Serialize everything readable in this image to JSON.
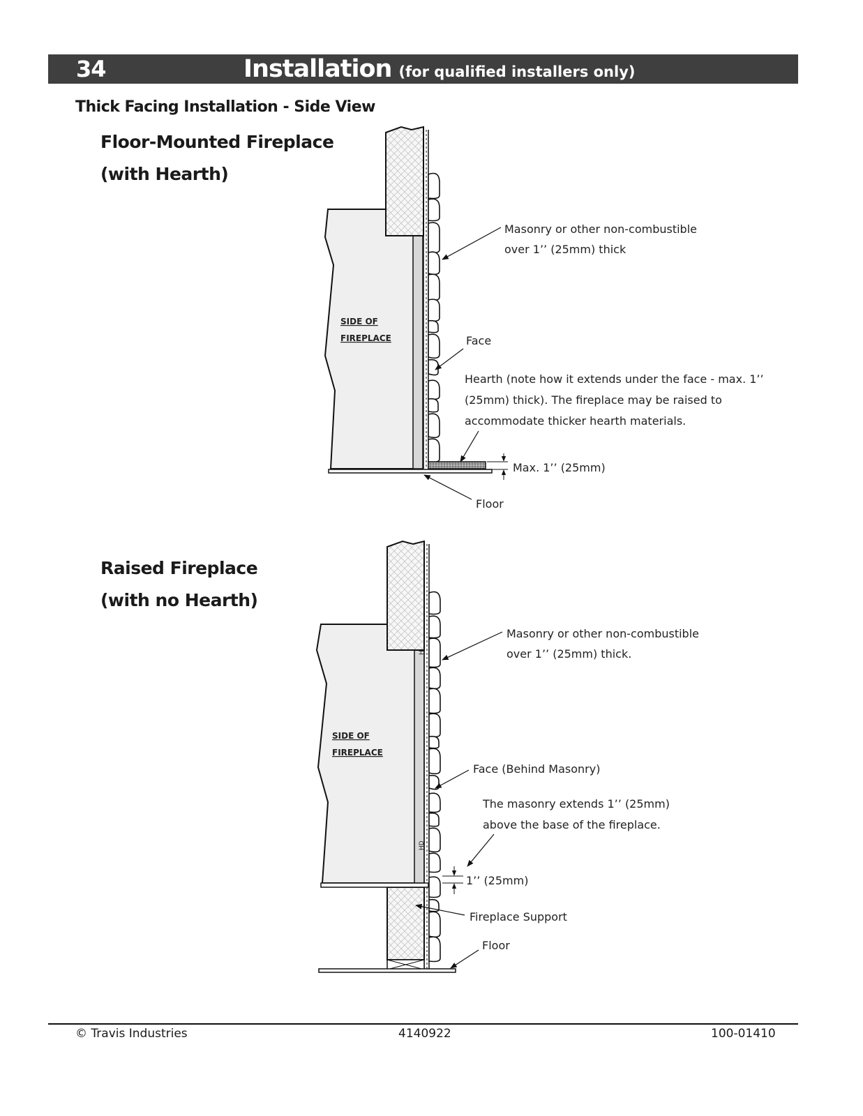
{
  "header": {
    "page_number": "34",
    "title": "Installation",
    "subtitle": "(for qualified installers only)"
  },
  "section_title": "Thick Facing Installation - Side View",
  "diagram_top": {
    "title_line1": "Floor-Mounted Fireplace",
    "title_line2": "(with Hearth)",
    "side_label_line1": "SIDE OF",
    "side_label_line2": "FIREPLACE",
    "masonry_line1": "Masonry or other non-combustible",
    "masonry_line2": "over 1’’ (25mm) thick",
    "face": "Face",
    "hearth_line1": "Hearth (note how it extends under the face - max. 1’’",
    "hearth_line2": "(25mm) thick). The fireplace may be raised to",
    "hearth_line3": "accommodate thicker hearth materials.",
    "max_label": "Max. 1’’ (25mm)",
    "floor": "Floor"
  },
  "diagram_bottom": {
    "title_line1": "Raised Fireplace",
    "title_line2": "(with no Hearth)",
    "side_label_line1": "SIDE OF",
    "side_label_line2": "FIREPLACE",
    "masonry_line1": "Masonry or other non-combustible",
    "masonry_line2": "over 1’’ (25mm) thick.",
    "face": "Face (Behind Masonry)",
    "extends_line1": "The masonry extends 1’’ (25mm)",
    "extends_line2": "above the base of the fireplace.",
    "dim_label": "1’’ (25mm)",
    "support": "Fireplace Support",
    "floor": "Floor"
  },
  "footer": {
    "left": "© Travis Industries",
    "center": "4140922",
    "right": "100-01410"
  }
}
